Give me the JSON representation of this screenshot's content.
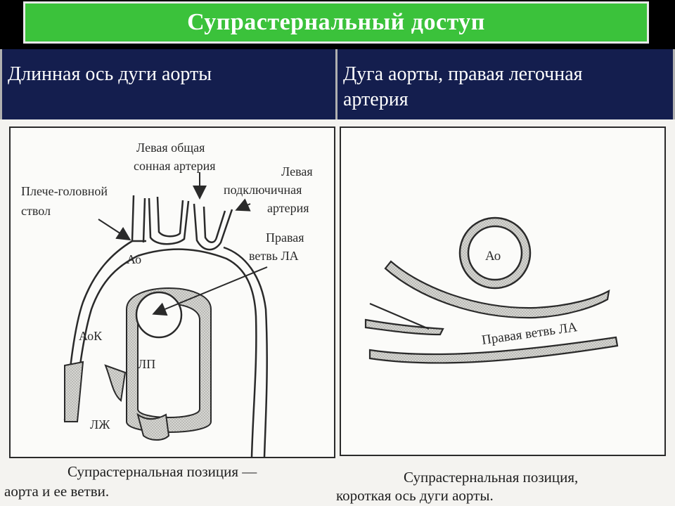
{
  "title": "Супрастернальный доступ",
  "header": {
    "left": "Длинная ось дуги аорты",
    "right_line1": "Дуга аорты, правая легочная",
    "right_line2": "артерия"
  },
  "left_figure": {
    "labels": {
      "left_common_carotid_1": "Левая общая",
      "left_common_carotid_2": "сонная артерия",
      "left_subclavian_1": "Левая",
      "left_subclavian_2": "подключичная",
      "left_subclavian_3": "артерия",
      "brachiocephalic_1": "Плече-головной",
      "brachiocephalic_2": "ствол",
      "right_pa_branch_1": "Правая",
      "right_pa_branch_2": "ветвь ЛА",
      "ao": "Ао",
      "aok": "АоК",
      "lp": "ЛП",
      "lzh": "ЛЖ"
    },
    "caption_line1": "Супрастернальная позиция —",
    "caption_line2": "аорта и ее ветви."
  },
  "right_figure": {
    "labels": {
      "ao": "Ао",
      "right_pa_branch": "Правая ветвь ЛА"
    },
    "caption_line1": "Супрастернальная позиция,",
    "caption_line2": "короткая ось дуги аорты."
  },
  "colors": {
    "title_bg": "#3bc23b",
    "header_bg": "#141e4e",
    "paper": "#f4f3f0",
    "ink": "#2a2a2a",
    "vessel_fill": "#c9c9c5"
  }
}
